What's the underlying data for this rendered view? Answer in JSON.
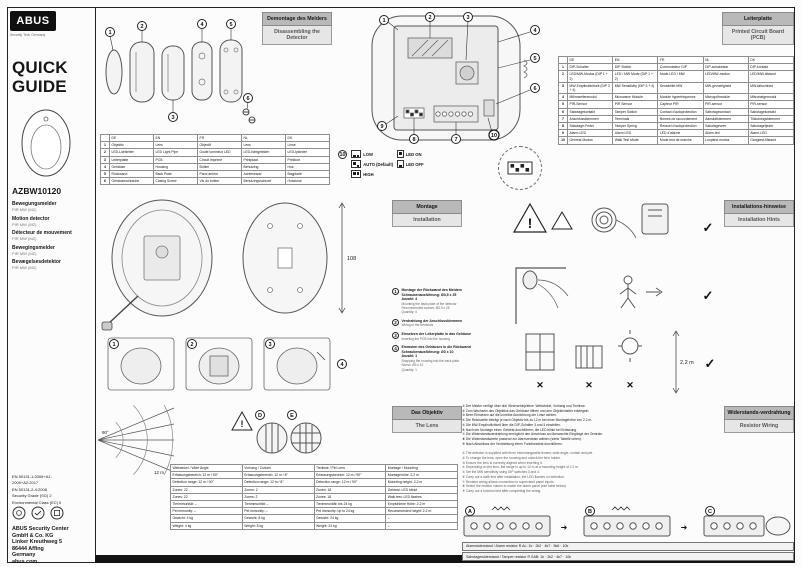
{
  "page": {
    "brand": "ABUS",
    "tagline": "Security Tech Germany",
    "title1": "QUICK",
    "title2": "GUIDE",
    "model": "AZBW10120"
  },
  "languages": [
    {
      "name": "Bewegungsmelder",
      "sub": "PIR MW (MZ)"
    },
    {
      "name": "Motion detector",
      "sub": "PIR MW (MZ)"
    },
    {
      "name": "Détecteur de mouvement",
      "sub": "PIR MW (MZ)"
    },
    {
      "name": "Bewegingsmelder",
      "sub": "PIR MW (MZ)"
    },
    {
      "name": "Bevægelsesdetektor",
      "sub": "PIR MW (MZ)"
    }
  ],
  "certs": [
    "EN 50131-1:2006+A1:",
    "2009+A2:2017",
    "EN 50131-2-4:2008",
    "Security Grade (SG) 2",
    "Environmental Class (EC) II"
  ],
  "address": [
    "ABUS Security Center",
    "GmbH & Co. KG",
    "Linker Kreuthweg 5",
    "86444 Affing",
    "Germany",
    "abus.com"
  ],
  "sections": {
    "disassembly_de": "Demontage des Melders",
    "disassembly_en": "Disassembling the Detector",
    "pcb_de": "Leiterplatte",
    "pcb_en": "Printed Circuit Board (PCB)",
    "montage_de": "Montage",
    "montage_en": "Installation",
    "hints_de": "Installations-hinweise",
    "hints_en": "Installation Hints",
    "lens_de": "Das Objektiv",
    "lens_en": "The Lens",
    "wiring_de": "Widerstands-verdrahtung",
    "wiring_en": "Resistor Wiring"
  },
  "parts_table": {
    "rows": [
      [
        "",
        "DE",
        "EN",
        "FR",
        "NL",
        "DK"
      ],
      [
        "1",
        "Objektiv",
        "Lens",
        "Objectif",
        "Lens",
        "Linse"
      ],
      [
        "2",
        "LED-Lichtleiter",
        "LED Light Pipe",
        "Guide lumineux LED",
        "LED-lichtgeleider",
        "LED-lysleder"
      ],
      [
        "3",
        "Leiterplatte",
        "PCB",
        "Circuit imprimé",
        "Printplaat",
        "Printkort"
      ],
      [
        "4",
        "Gehäuse",
        "Housing",
        "Boîtier",
        "Behuizing",
        "Hus"
      ],
      [
        "5",
        "Rückwand",
        "Back Plate",
        "Paroi arrière",
        "Achterwand",
        "Bagplade"
      ],
      [
        "6",
        "Gehäuseschraube",
        "Casing Screw",
        "Vis du boîtier",
        "Behuizingsschroef",
        "Husskrue"
      ]
    ]
  },
  "pcb_table": {
    "rows": [
      [
        "",
        "DE",
        "EN",
        "FR",
        "NL",
        "DK"
      ],
      [
        "1",
        "DIP-Schalter",
        "DIP Switch",
        "Commutateur DIP",
        "DIP-schakelaar",
        "DIP-kontakt"
      ],
      [
        "2",
        "LED/MW-Modus (DIP 1 + 2)",
        "LED / MW Mode (DIP 1 + 2)",
        "Mode LED / MW",
        "LED/MW-modus",
        "LED/MW-tilstand"
      ],
      [
        "3",
        "MW-Empfindlichkeit (DIP 3 + 4)",
        "MW Sensitivity (DIP 3 + 4)",
        "Sensibilité MW",
        "MW-gevoeligheid",
        "MW-følsomhed"
      ],
      [
        "4",
        "Mikrowellenmodul",
        "Microwave Module",
        "Module hyperfréquence",
        "Microgolfmodule",
        "Mikrobølgemodul"
      ],
      [
        "5",
        "PIR-Sensor",
        "PIR Sensor",
        "Capteur PIR",
        "PIR-sensor",
        "PIR-sensor"
      ],
      [
        "6",
        "Sabotagekontakt",
        "Tamper Switch",
        "Contact d'autoprotection",
        "Sabotagecontact",
        "Sabotagekontakt"
      ],
      [
        "7",
        "Anschlussklemmen",
        "Terminals",
        "Bornes de raccordement",
        "Aansluitklemmen",
        "Tilslutningsklemmer"
      ],
      [
        "8",
        "Sabotage-Feder",
        "Tamper Spring",
        "Ressort d'autoprotection",
        "Sabotageveer",
        "Sabotagefjeder"
      ],
      [
        "9",
        "Alarm-LED",
        "Alarm LED",
        "LED d'alarme",
        "Alarm-led",
        "Alarm-LED"
      ],
      [
        "10",
        "Gehtest-Modus",
        "Walk Test Mode",
        "Mode test de marche",
        "Looptest-modus",
        "Gangtest-tilstand"
      ]
    ]
  },
  "dip": {
    "callout": "10",
    "low": "LOW",
    "auto": "AUTO (Default)",
    "high": "HIGH",
    "led_on": "LED ON",
    "led_off": "LED OFF"
  },
  "montage_steps": [
    {
      "n": "1",
      "de": [
        "Montage der Rückwand des Melders",
        "Schraubenausführung: Ø3,5 x 25",
        "Anzahl: 4"
      ],
      "en": [
        "Mounting the back plate of the detector",
        "Recommended screws: Ø3.5 x 25",
        "Quantity: 4"
      ]
    },
    {
      "n": "2",
      "de": [
        "Verdrahtung der Anschlussklemmen"
      ],
      "en": [
        "Wiring of the terminals"
      ]
    },
    {
      "n": "3",
      "de": [
        "Einsetzen der Leiterplatte in das Gehäuse"
      ],
      "en": [
        "Inserting the PCB into the housing"
      ]
    },
    {
      "n": "4",
      "de": [
        "Einrasten des Gehäuses in die Rückwand",
        "Schraubenausführung: Ø3 x 10",
        "Anzahl: 1"
      ],
      "en": [
        "Snapping the housing into the back plate",
        "Screw: Ø3 x 10",
        "Quantity: 1"
      ]
    }
  ],
  "lens_table": {
    "rows": [
      [
        "Weitwinkel / Wide Angle",
        "Vorhang / Curtain",
        "Tierlinse / Pet Lens",
        "Montage / Mounting"
      ],
      [
        "Erfassungsbereich: 12 m / 90°",
        "Erfassungsbereich: 12 m / 8°",
        "Erfassungsbereich: 12 m / 90°",
        "Montagehöhe: 2,2 m"
      ],
      [
        "Detection range: 12 m / 90°",
        "Detection range: 12 m / 8°",
        "Detection range: 12 m / 90°",
        "Mounting height: 2.2 m"
      ],
      [
        "Zonen: 22",
        "Zonen: 2",
        "Zonen: 18",
        "Gehtest: LED blinkt"
      ],
      [
        "Zones: 22",
        "Zones: 2",
        "Zones: 18",
        "Walk test: LED flashes"
      ],
      [
        "Tierimmunität: –",
        "Tierimmunität: –",
        "Tierimmunität: bis 24 kg",
        "Empfohlene Höhe: 2,2 m"
      ],
      [
        "Pet immunity: –",
        "Pet immunity: –",
        "Pet immunity: up to 24 kg",
        "Recommended height: 2.2 m"
      ],
      [
        "Gewicht: 4 kg",
        "Gewicht: 8 kg",
        "Gewicht: 24 kg",
        "–"
      ],
      [
        "Weight: 4 kg",
        "Weight: 8 kg",
        "Weight: 24 kg",
        "–"
      ]
    ]
  },
  "notes": {
    "de": [
      "① Der Melder verfügt über drei Wechselobjektive: Weitwinkel, Vorhang und Tierlinse.",
      "② Zum Wechseln des Objektivs das Gehäuse öffnen und den Objektivhalter entriegeln.",
      "③ Beim Einsetzen auf die korrekte Ausrichtung der Linse achten.",
      "④ Die Reichweite beträgt je nach Objektiv bis zu 12 m bei einer Montagehöhe von 2,2 m.",
      "⑤ Die MW-Empfindlichkeit über die DIP-Schalter 3 und 4 einstellen.",
      "⑥ Nach der Montage einen Gehtest durchführen; die LED blinkt bei Erfassung.",
      "⑦ Die Widerstandsverdrahtung ermöglicht den Anschluss an überwachte Eingänge der Zentrale.",
      "⑧ Die Widerstandswerte passend zur Alarmzentrale wählen (siehe Tabelle unten).",
      "⑨ Nach Abschluss der Verdrahtung einen Funktionstest durchführen."
    ],
    "en": [
      "① The detector is supplied with three interchangeable lenses: wide angle, curtain and pet.",
      "② To change the lens, open the housing and unlock the lens holder.",
      "③ Ensure the lens is correctly aligned when inserting it.",
      "④ Depending on the lens, the range is up to 12 m at a mounting height of 2.2 m.",
      "⑤ Set the MW sensitivity using DIP switches 3 and 4.",
      "⑥ Carry out a walk test after installation; the LED flashes on detection.",
      "⑦ Resistor wiring allows connection to supervised panel inputs.",
      "⑧ Select the resistor values to match the alarm panel (see table below).",
      "⑨ Carry out a function test after completing the wiring."
    ]
  },
  "wiring": {
    "resistor_rows": [
      "Alarmwiderstand / Alarm resistor R AL:  1k · 2k2 · 4k7 · 5k6 · 10k",
      "Sabotagewiderstand / Tamper resistor R SAB:  1k · 2k2 · 4k7 · 10k"
    ]
  },
  "nums": {
    "1": "1",
    "2": "2",
    "3": "3",
    "4": "4",
    "5": "5",
    "6": "6",
    "7": "7",
    "8": "8",
    "9": "9",
    "10": "10"
  },
  "letters": {
    "A": "A",
    "B": "B",
    "C": "C",
    "D": "D",
    "E": "E"
  },
  "icons": {
    "check": "✓",
    "cross": "✕",
    "warning": "!",
    "arrow": "➜"
  },
  "labels": {
    "dim": "108",
    "height": "2,2 m",
    "range": "12 m",
    "angle": "90°"
  }
}
